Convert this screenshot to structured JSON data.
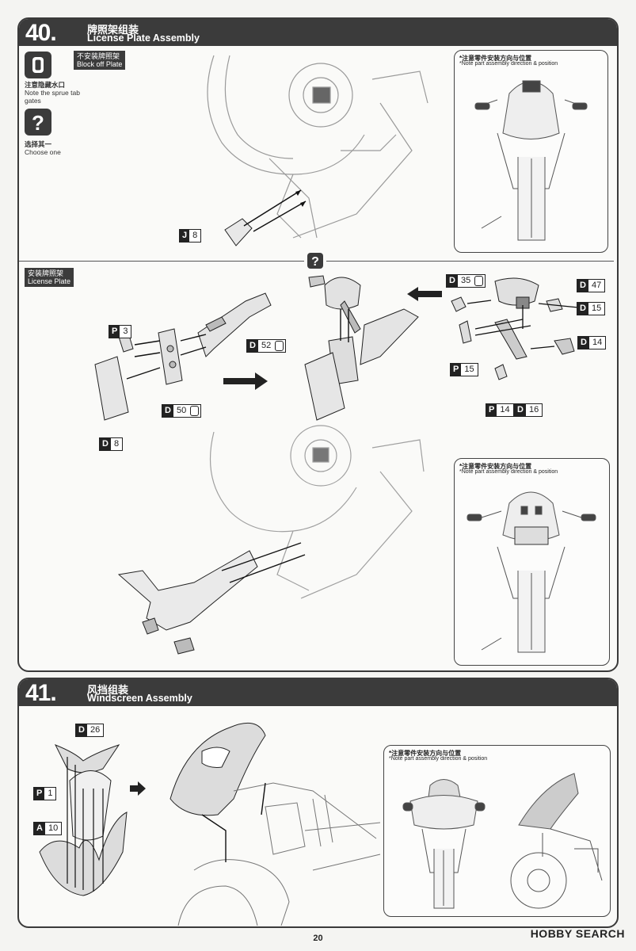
{
  "step40": {
    "number": "40.",
    "title_cn": "牌照架组装",
    "title_en": "License Plate Assembly",
    "sprue_note_cn": "注意隐藏水口",
    "sprue_note_en": "Note the sprue tab gates",
    "choose_cn": "选择其一",
    "choose_en": "Choose one",
    "block_off_cn": "不安装牌照架",
    "block_off_en": "Block off Plate",
    "license_cn": "安装牌照架",
    "license_en": "License Plate",
    "note_cn": "*注意零件安装方向与位置",
    "note_en": "*Note part assembly direction & position",
    "parts": [
      {
        "letter": "J",
        "num": "8",
        "icon": false
      },
      {
        "letter": "P",
        "num": "3",
        "icon": false
      },
      {
        "letter": "D",
        "num": "52",
        "icon": true
      },
      {
        "letter": "D",
        "num": "50",
        "icon": true
      },
      {
        "letter": "D",
        "num": "8",
        "icon": false
      },
      {
        "letter": "D",
        "num": "35",
        "icon": true
      },
      {
        "letter": "D",
        "num": "47",
        "icon": false
      },
      {
        "letter": "D",
        "num": "15",
        "icon": false
      },
      {
        "letter": "D",
        "num": "14",
        "icon": false
      },
      {
        "letter": "P",
        "num": "15",
        "icon": false
      },
      {
        "letter": "P",
        "num": "14",
        "icon": false
      },
      {
        "letter": "D",
        "num": "16",
        "icon": false
      }
    ]
  },
  "step41": {
    "number": "41.",
    "title_cn": "风挡组装",
    "title_en": "Windscreen Assembly",
    "note_cn": "*注意零件安装方向与位置",
    "note_en": "*Note part assembly direction & position",
    "parts": [
      {
        "letter": "D",
        "num": "26"
      },
      {
        "letter": "P",
        "num": "1"
      },
      {
        "letter": "A",
        "num": "10"
      }
    ]
  },
  "page_number": "20",
  "watermark": "HOBBY SEARCH"
}
